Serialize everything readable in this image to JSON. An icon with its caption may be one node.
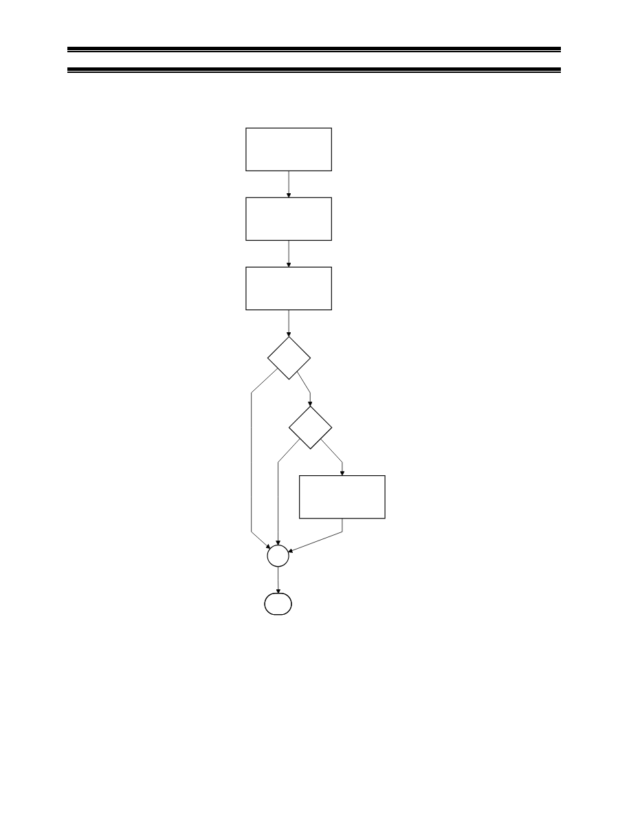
{
  "diagram": {
    "nodes": [
      {
        "text": [],
        "shape": "box"
      },
      {
        "text": [],
        "shape": "box"
      },
      {
        "text": [],
        "shape": "box"
      },
      {
        "text": [],
        "shape": "diamond"
      },
      {
        "text": [],
        "shape": "diamond"
      },
      {
        "text": [],
        "shape": "box"
      },
      {
        "text": [],
        "shape": "circle"
      },
      {
        "text": [],
        "shape": "terminal"
      }
    ],
    "edges": [
      {
        "from": 0,
        "to": 1,
        "arrow": "to"
      },
      {
        "from": 1,
        "to": 2,
        "arrow": "to"
      },
      {
        "from": 2,
        "to": 3,
        "arrow": "to"
      },
      {
        "from": 3,
        "to": 4,
        "arrow": "to"
      },
      {
        "from": 4,
        "to": 5,
        "arrow": "to"
      },
      {
        "from": 3,
        "to": 6,
        "arrow": "to"
      },
      {
        "from": 4,
        "to": 6,
        "arrow": "to"
      },
      {
        "from": 5,
        "to": 6,
        "arrow": "to"
      },
      {
        "from": 6,
        "to": 7,
        "arrow": "to"
      }
    ]
  }
}
